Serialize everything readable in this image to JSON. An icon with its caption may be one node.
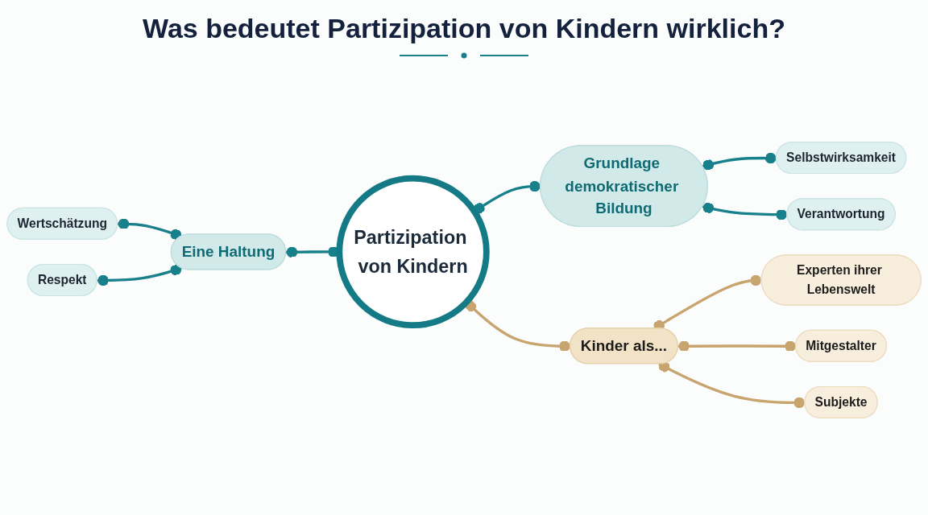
{
  "diagram": {
    "title": "Was bedeutet Partizipation von Kindern wirklich?",
    "nodes": [
      {
        "text": [
          "Partizipation von Kindern"
        ]
      },
      {
        "text": [
          "Eine Haltung"
        ]
      },
      {
        "text": [
          "Wertschätzung"
        ]
      },
      {
        "text": [
          "Respekt"
        ]
      },
      {
        "text": [
          "Grundlage demokratischer Bildung"
        ]
      },
      {
        "text": [
          "Selbstwirksamkeit"
        ]
      },
      {
        "text": [
          "Verantwortung"
        ]
      },
      {
        "text": [
          "Kinder als..."
        ]
      },
      {
        "text": [
          "Experten ihrer Lebenswelt"
        ]
      },
      {
        "text": [
          "Mitgestalter"
        ]
      },
      {
        "text": [
          "Subjekte"
        ]
      }
    ],
    "edges": [
      {
        "from": 2,
        "to": 1,
        "arrow": "other"
      },
      {
        "from": 3,
        "to": 1,
        "arrow": "other"
      },
      {
        "from": 1,
        "to": 0,
        "arrow": "other"
      },
      {
        "from": 0,
        "to": 4,
        "arrow": "other"
      },
      {
        "from": 4,
        "to": 5,
        "arrow": "other"
      },
      {
        "from": 4,
        "to": 6,
        "arrow": "other"
      },
      {
        "from": 0,
        "to": 7,
        "arrow": "other",
        "color": "#c8a46e"
      },
      {
        "from": 7,
        "to": 8,
        "arrow": "other",
        "color": "#c8a46e"
      },
      {
        "from": 7,
        "to": 9,
        "arrow": "other",
        "color": "#c8a46e"
      },
      {
        "from": 7,
        "to": 10,
        "arrow": "other",
        "color": "#c8a46e"
      }
    ]
  }
}
